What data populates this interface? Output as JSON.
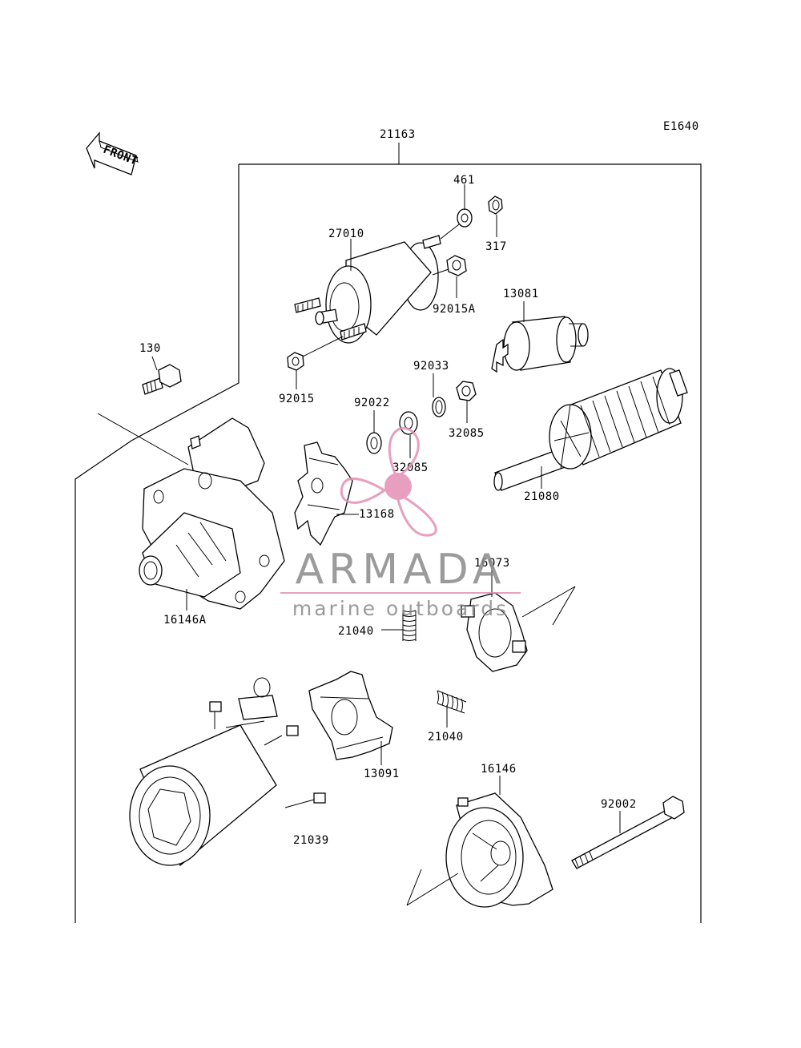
{
  "diagram_code": "E1640",
  "front_arrow_text": "FRONT",
  "parts": {
    "assembly": "21163",
    "p461": "461",
    "p317": "317",
    "p27010": "27010",
    "p92015A": "92015A",
    "p13081": "13081",
    "p130": "130",
    "p92033": "92033",
    "p92015": "92015",
    "p92022": "92022",
    "p32085a": "32085",
    "p32085b": "32085",
    "p21080": "21080",
    "p13168": "13168",
    "p16073": "16073",
    "p16146A": "16146A",
    "p21040a": "21040",
    "p21040b": "21040",
    "p13091": "13091",
    "p16146": "16146",
    "p92002": "92002",
    "p21039": "21039"
  },
  "watermark": {
    "brand": "ARMADA",
    "tagline": "marine outboards",
    "accent_color": "#e58fb4",
    "text_color": "#8a8a8a"
  }
}
